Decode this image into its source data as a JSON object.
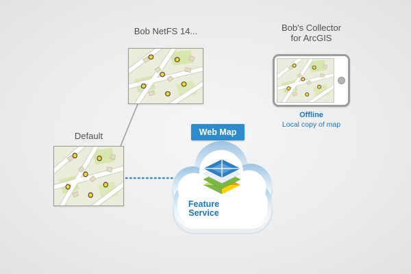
{
  "labels": {
    "netfs": "Bob NetFS 14...",
    "collector_line1": "Bob's Collector",
    "collector_line2": "for ArcGIS",
    "default_map": "Default",
    "web_map": "Web Map",
    "feature_line1": "Feature",
    "feature_line2": "Service",
    "offline": "Offline",
    "local_copy": "Local copy of map"
  },
  "colors": {
    "accent_blue": "#1c75bc",
    "banner_blue": "#2e8ccc",
    "label_gray": "#4f4f4f",
    "poi_yellow": "#ffd42a",
    "cloud_blue": "#9cc4e4"
  }
}
